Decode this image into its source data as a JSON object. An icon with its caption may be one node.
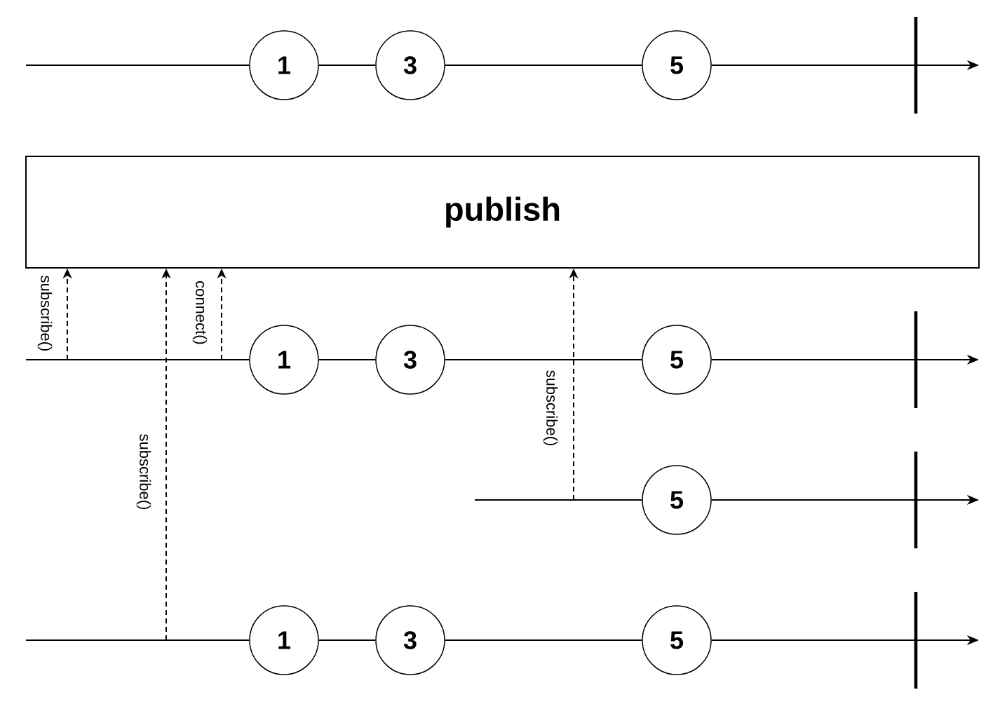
{
  "diagram": {
    "nodes": [
      {
        "text": [
          "1"
        ]
      },
      {
        "text": [
          "3"
        ]
      },
      {
        "text": [
          "5"
        ]
      },
      {
        "text": [
          "publish"
        ]
      },
      {
        "text": [
          "1"
        ]
      },
      {
        "text": [
          "3"
        ]
      },
      {
        "text": [
          "5"
        ]
      },
      {
        "text": [
          "5"
        ]
      },
      {
        "text": [
          "1"
        ]
      },
      {
        "text": [
          "3"
        ]
      },
      {
        "text": [
          "5"
        ]
      }
    ],
    "edges": [
      {
        "from": null,
        "to": 0,
        "arrow": "none"
      },
      {
        "from": 0,
        "to": 1,
        "arrow": "none"
      },
      {
        "from": 1,
        "to": 2,
        "arrow": "none"
      },
      {
        "from": 2,
        "to": null,
        "arrow": "to"
      },
      {
        "from": null,
        "to": 3,
        "arrow": "to",
        "style": "dashed",
        "label": "subscribe()"
      },
      {
        "from": null,
        "to": 3,
        "arrow": "to",
        "style": "dashed",
        "label": "subscribe()"
      },
      {
        "from": null,
        "to": 3,
        "arrow": "to",
        "style": "dashed",
        "label": "connect()"
      },
      {
        "from": null,
        "to": 3,
        "arrow": "to",
        "style": "dashed",
        "label": "subscribe()"
      },
      {
        "from": null,
        "to": 4,
        "arrow": "none"
      },
      {
        "from": 4,
        "to": 5,
        "arrow": "none"
      },
      {
        "from": 5,
        "to": 6,
        "arrow": "none"
      },
      {
        "from": 6,
        "to": null,
        "arrow": "to"
      },
      {
        "from": null,
        "to": 7,
        "arrow": "none"
      },
      {
        "from": 7,
        "to": null,
        "arrow": "to"
      },
      {
        "from": null,
        "to": 8,
        "arrow": "none"
      },
      {
        "from": 8,
        "to": 9,
        "arrow": "none"
      },
      {
        "from": 9,
        "to": 10,
        "arrow": "none"
      },
      {
        "from": 10,
        "to": null,
        "arrow": "to"
      }
    ]
  }
}
